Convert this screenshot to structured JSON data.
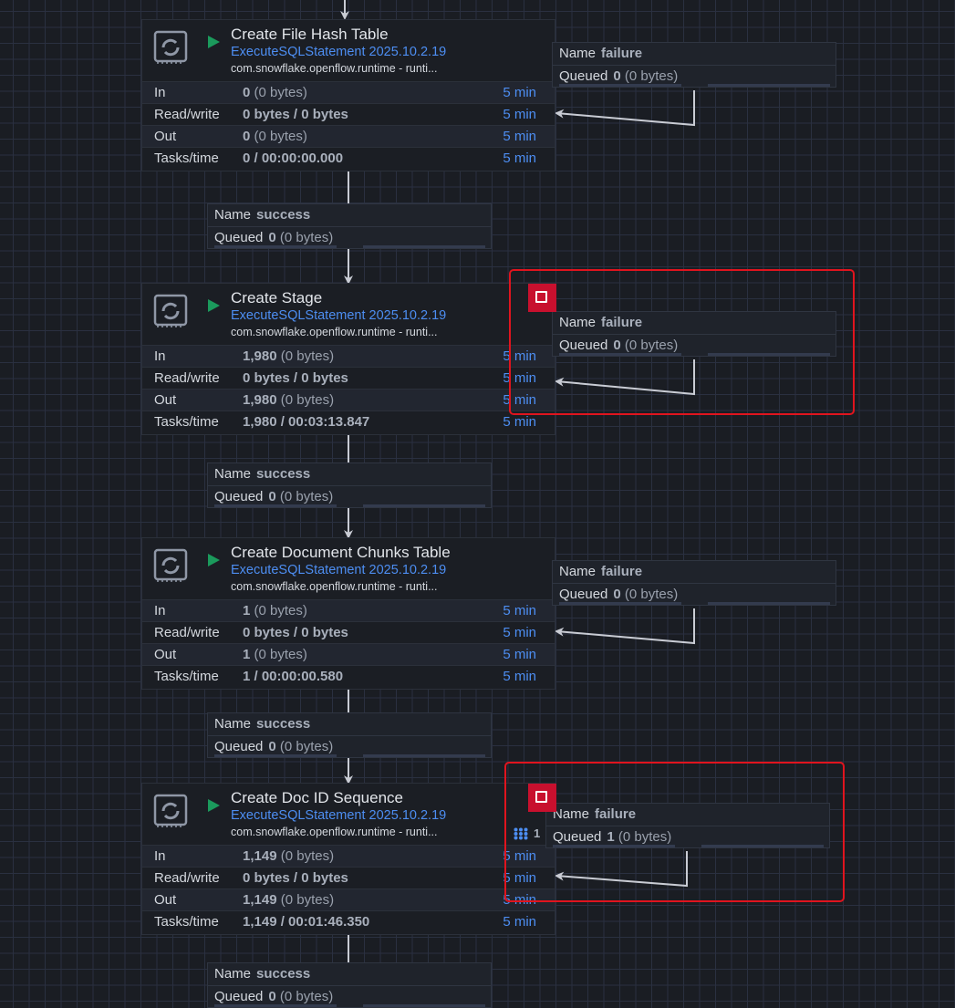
{
  "processors": [
    {
      "name": "Create File Hash Table",
      "type": "ExecuteSQLStatement 2025.10.2.19",
      "bundle": "com.snowflake.openflow.runtime - runti...",
      "state": "running",
      "has_bulletin": false,
      "stats": {
        "in_count": "0",
        "in_size": "(0 bytes)",
        "read_write": "0 bytes / 0 bytes",
        "out_count": "0",
        "out_size": "(0 bytes)",
        "tasks_time": "0 / 00:00:00.000",
        "window": "5 min"
      }
    },
    {
      "name": "Create Stage",
      "type": "ExecuteSQLStatement 2025.10.2.19",
      "bundle": "com.snowflake.openflow.runtime - runti...",
      "state": "running",
      "has_bulletin": true,
      "stats": {
        "in_count": "1,980",
        "in_size": "(0 bytes)",
        "read_write": "0 bytes / 0 bytes",
        "out_count": "1,980",
        "out_size": "(0 bytes)",
        "tasks_time": "1,980 / 00:03:13.847",
        "window": "5 min"
      }
    },
    {
      "name": "Create Document Chunks Table",
      "type": "ExecuteSQLStatement 2025.10.2.19",
      "bundle": "com.snowflake.openflow.runtime - runti...",
      "state": "running",
      "has_bulletin": false,
      "stats": {
        "in_count": "1",
        "in_size": "(0 bytes)",
        "read_write": "0 bytes / 0 bytes",
        "out_count": "1",
        "out_size": "(0 bytes)",
        "tasks_time": "1 / 00:00:00.580",
        "window": "5 min"
      }
    },
    {
      "name": "Create Doc ID Sequence",
      "type": "ExecuteSQLStatement 2025.10.2.19",
      "bundle": "com.snowflake.openflow.runtime - runti...",
      "state": "running",
      "has_bulletin": true,
      "active_threads": "1",
      "stats": {
        "in_count": "1,149",
        "in_size": "(0 bytes)",
        "read_write": "0 bytes / 0 bytes",
        "out_count": "1,149",
        "out_size": "(0 bytes)",
        "tasks_time": "1,149 / 00:01:46.350",
        "window": "5 min"
      }
    }
  ],
  "labels": {
    "in": "In",
    "read_write": "Read/write",
    "out": "Out",
    "tasks_time": "Tasks/time",
    "name": "Name",
    "queued": "Queued"
  },
  "connections": {
    "failure": [
      {
        "name": "failure",
        "queued_count": "0",
        "queued_size": "(0 bytes)"
      },
      {
        "name": "failure",
        "queued_count": "0",
        "queued_size": "(0 bytes)"
      },
      {
        "name": "failure",
        "queued_count": "0",
        "queued_size": "(0 bytes)"
      },
      {
        "name": "failure",
        "queued_count": "1",
        "queued_size": "(0 bytes)"
      }
    ],
    "success": [
      {
        "name": "success",
        "queued_count": "0",
        "queued_size": "(0 bytes)"
      },
      {
        "name": "success",
        "queued_count": "0",
        "queued_size": "(0 bytes)"
      },
      {
        "name": "success",
        "queued_count": "0",
        "queued_size": "(0 bytes)"
      },
      {
        "name": "success",
        "queued_count": "0",
        "queued_size": "(0 bytes)"
      }
    ]
  },
  "colors": {
    "accent": "#4d8ef2",
    "running": "#1b9a5c",
    "bulletin": "#c8102e",
    "highlight": "#e0141e"
  }
}
